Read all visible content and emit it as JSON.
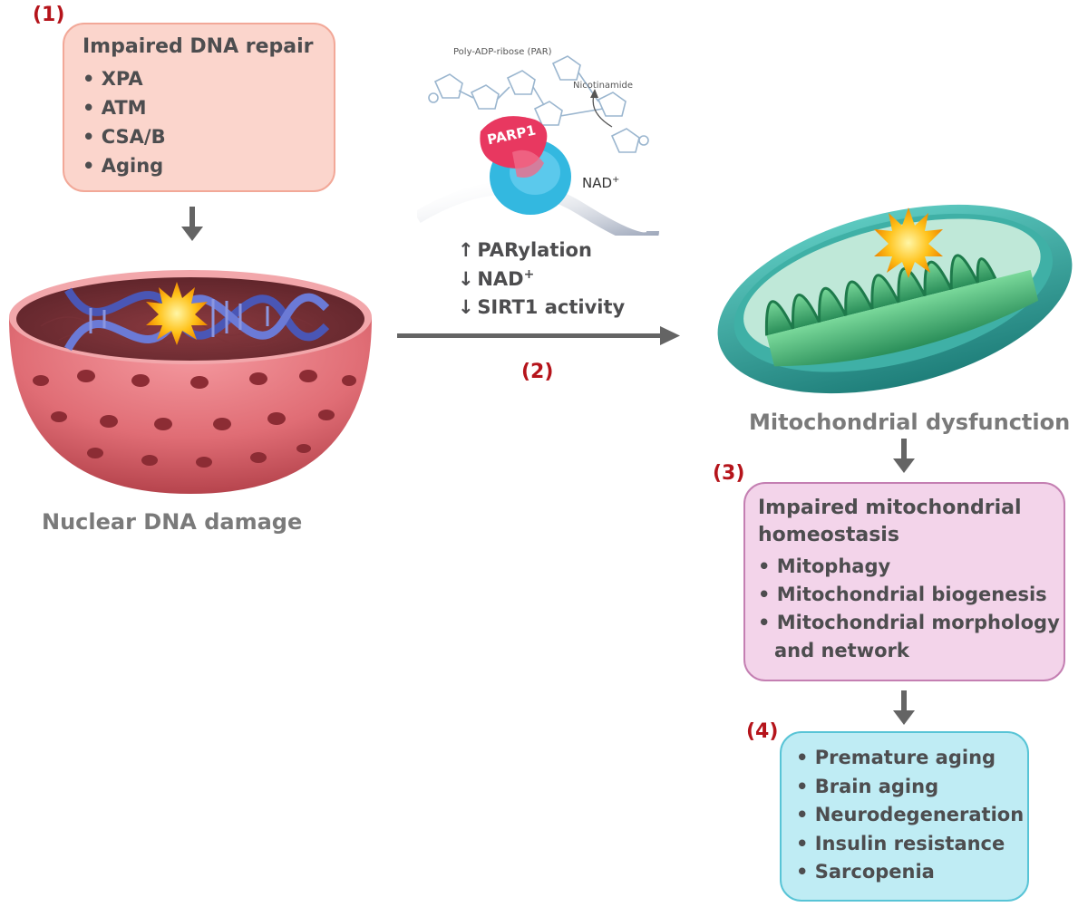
{
  "step_labels": {
    "one": "(1)",
    "two": "(2)",
    "three": "(3)",
    "four": "(4)"
  },
  "box1": {
    "title": "Impaired DNA repair",
    "items": [
      "XPA",
      "ATM",
      "CSA/B",
      "Aging"
    ]
  },
  "nucleus": {
    "caption": "Nuclear DNA damage"
  },
  "parp": {
    "par_label": "Poly-ADP-ribose (PAR)",
    "nicotinamide_label": "Nicotinamide",
    "parp1_label": "PARP1",
    "nad_label": "NAD",
    "nad_sup": "+"
  },
  "mechanism": {
    "line1_arrow": "↑",
    "line1": "PARylation",
    "line2_arrow": "↓",
    "line2": "NAD",
    "line2_sup": "+",
    "line3_arrow": "↓",
    "line3": "SIRT1 activity"
  },
  "mito": {
    "caption": "Mitochondrial dysfunction"
  },
  "box3": {
    "title_line1": "Impaired mitochondrial",
    "title_line2": "homeostasis",
    "items": [
      "Mitophagy",
      "Mitochondrial biogenesis",
      "Mitochondrial morphology"
    ],
    "item3_cont": "and network"
  },
  "box4": {
    "items": [
      "Premature aging",
      "Brain aging",
      "Neurodegeneration",
      "Insulin resistance",
      "Sarcopenia"
    ]
  },
  "colors": {
    "step_red": "#b5141b",
    "arrow_gray": "#646464",
    "box1_fill": "#fbd5cc",
    "box3_fill": "#f3d4ea",
    "box4_fill": "#bfecf4"
  }
}
